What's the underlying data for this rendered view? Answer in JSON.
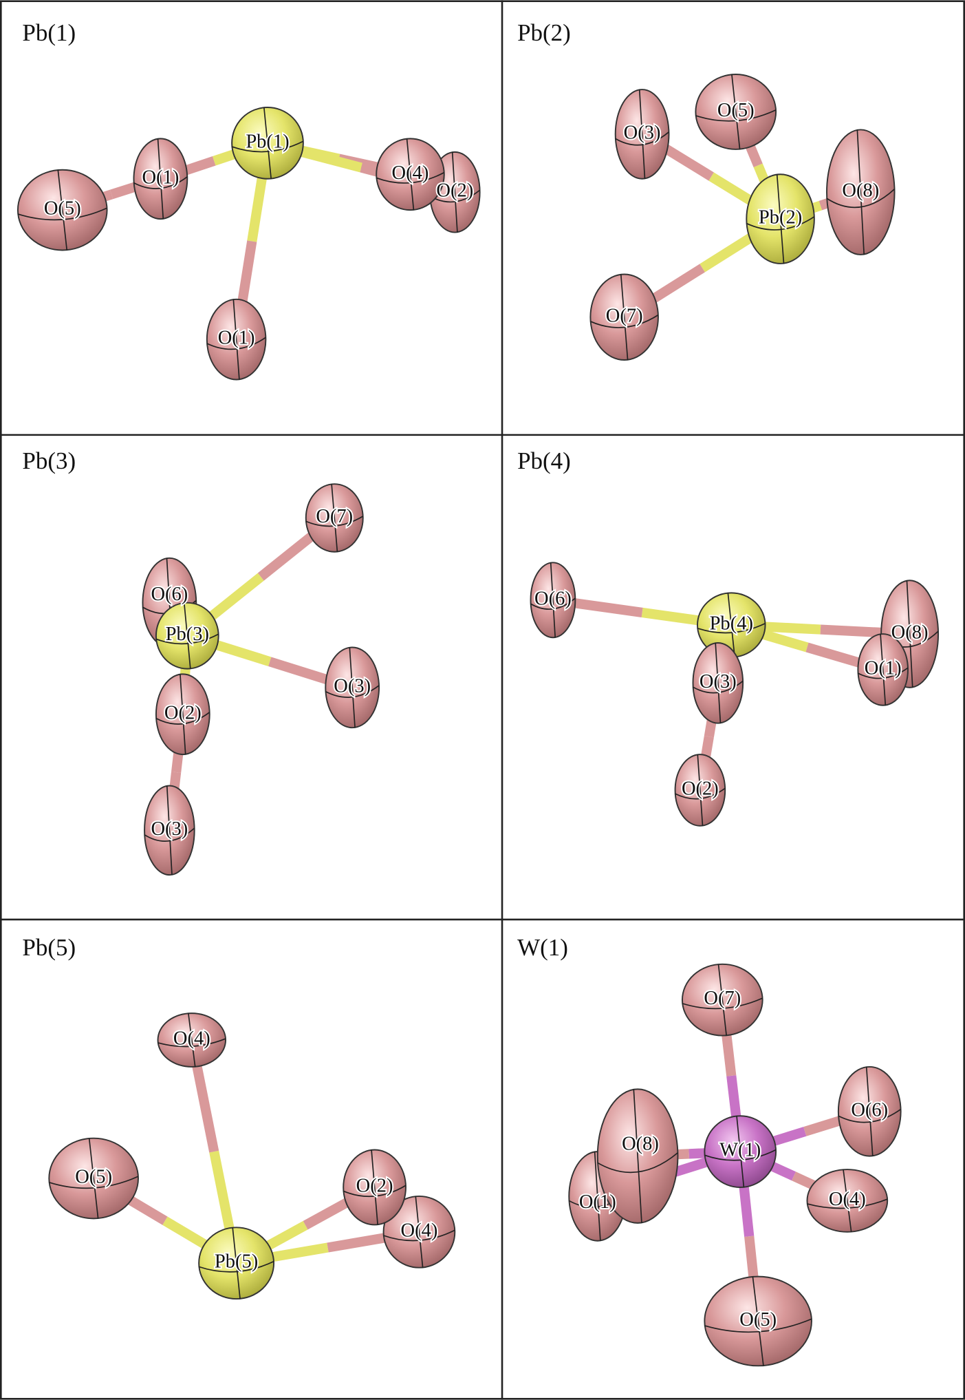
{
  "colors": {
    "Pb": "#e4e46a",
    "O": "#d9999a",
    "W": "#c873c6",
    "border": "#222222"
  },
  "panels": [
    {
      "title": "Pb(1)",
      "atoms": [
        "Pb(1)",
        "O(1)",
        "O(5)",
        "O(4)",
        "O(2)",
        "O(1)"
      ]
    },
    {
      "title": "Pb(2)",
      "atoms": [
        "Pb(2)",
        "O(5)",
        "O(3)",
        "O(8)",
        "O(7)"
      ]
    },
    {
      "title": "Pb(3)",
      "atoms": [
        "Pb(3)",
        "O(7)",
        "O(6)",
        "O(3)",
        "O(2)",
        "O(3)"
      ]
    },
    {
      "title": "Pb(4)",
      "atoms": [
        "Pb(4)",
        "O(6)",
        "O(8)",
        "O(1)",
        "O(3)",
        "O(2)"
      ]
    },
    {
      "title": "Pb(5)",
      "atoms": [
        "Pb(5)",
        "O(4)",
        "O(5)",
        "O(2)",
        "O(4)"
      ]
    },
    {
      "title": "W(1)",
      "atoms": [
        "W(1)",
        "O(7)",
        "O(6)",
        "O(8)",
        "O(1)",
        "O(4)",
        "O(5)"
      ]
    }
  ]
}
